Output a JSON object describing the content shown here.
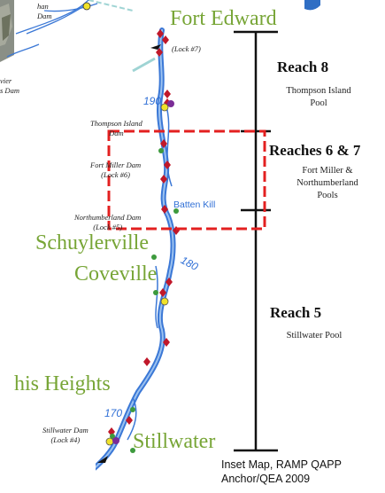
{
  "towns": {
    "fort_edward": "Fort Edward",
    "schuylerville": "Schuylerville",
    "coveville": "Coveville",
    "heights": "his Heights",
    "stillwater": "Stillwater"
  },
  "partial_labels": {
    "top_left_a": "han",
    "top_left_b": "Dam",
    "mid_left_a": "vier",
    "mid_left_b": "s Dam"
  },
  "structures": {
    "lock7": "(Lock #7)",
    "thompson_dam_a": "Thompson Island",
    "thompson_dam_b": "Dam",
    "fort_miller_a": "Fort Miller Dam",
    "fort_miller_b": "(Lock #6)",
    "northumberland_a": "Northumberland Dam",
    "northumberland_b": "(Lock #5)",
    "stillwater_dam_a": "Stillwater Dam",
    "stillwater_dam_b": "(Lock #4)"
  },
  "river_miles": {
    "m190": "190",
    "m180": "180",
    "m170": "170"
  },
  "creek": "Batten Kill",
  "reaches": [
    {
      "title": "Reach 8",
      "sub": [
        "Thompson Island",
        "Pool"
      ]
    },
    {
      "title": "Reaches 6 & 7",
      "sub": [
        "Fort Miller &",
        "Northumberland",
        "Pools"
      ]
    },
    {
      "title": "Reach 5",
      "sub": [
        "Stillwater Pool"
      ]
    }
  ],
  "credit": {
    "line1": "Inset Map, RAMP QAPP",
    "line2": "Anchor/QEA 2009"
  },
  "colors": {
    "river": "#3b78d6",
    "town_label": "#77a536",
    "dredge_marker": "#c0182a",
    "inset_box": "#e32020",
    "reach_line": "#111111"
  }
}
